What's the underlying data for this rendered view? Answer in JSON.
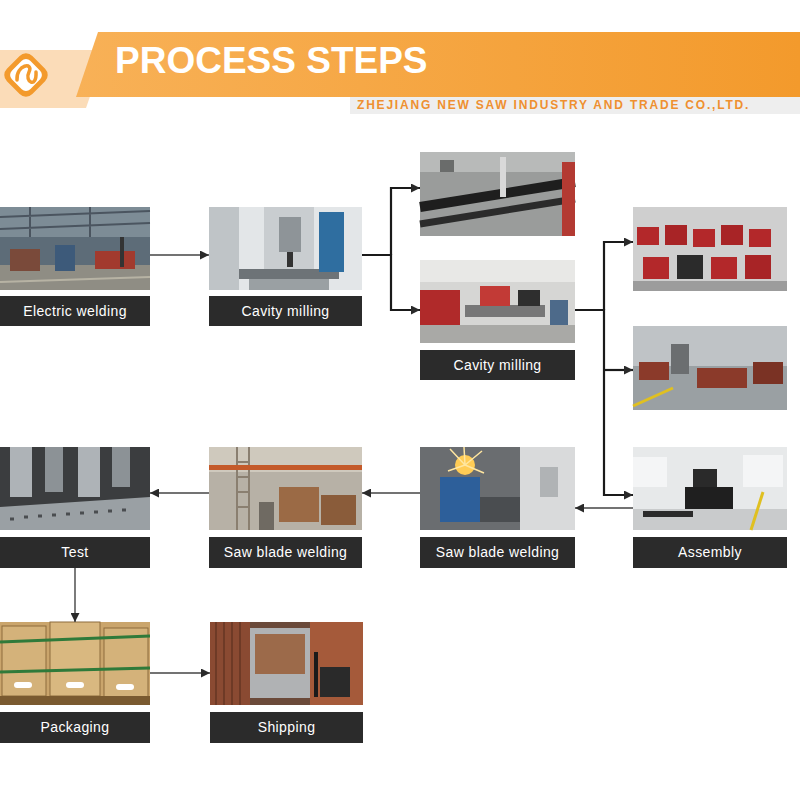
{
  "diagram": {
    "title": "PROCESS STEPS",
    "nodes": [
      {
        "text": [
          "Electric welding"
        ]
      },
      {
        "text": [
          "Cavity milling"
        ]
      },
      {
        "text": [
          "Cavity milling"
        ]
      },
      {
        "text": [
          "Assembly"
        ]
      },
      {
        "text": [
          "Saw blade welding"
        ]
      },
      {
        "text": [
          "Saw blade welding"
        ]
      },
      {
        "text": [
          "Test"
        ]
      },
      {
        "text": [
          "Packaging"
        ]
      },
      {
        "text": [
          "Shipping"
        ]
      }
    ],
    "edges": [
      {
        "from": 0,
        "to": 1,
        "arrow": "to"
      },
      {
        "from": 1,
        "to": 2,
        "arrow": "to"
      },
      {
        "from": 2,
        "to": 3,
        "arrow": "to"
      },
      {
        "from": 3,
        "to": 4,
        "arrow": "to"
      },
      {
        "from": 4,
        "to": 5,
        "arrow": "to"
      },
      {
        "from": 5,
        "to": 6,
        "arrow": "to"
      },
      {
        "from": 6,
        "to": 7,
        "arrow": "to"
      },
      {
        "from": 7,
        "to": 8,
        "arrow": "to"
      }
    ],
    "labels": [
      "ZHEJIANG NEW SAW INDUSTRY AND TRADE CO.,LTD."
    ]
  }
}
